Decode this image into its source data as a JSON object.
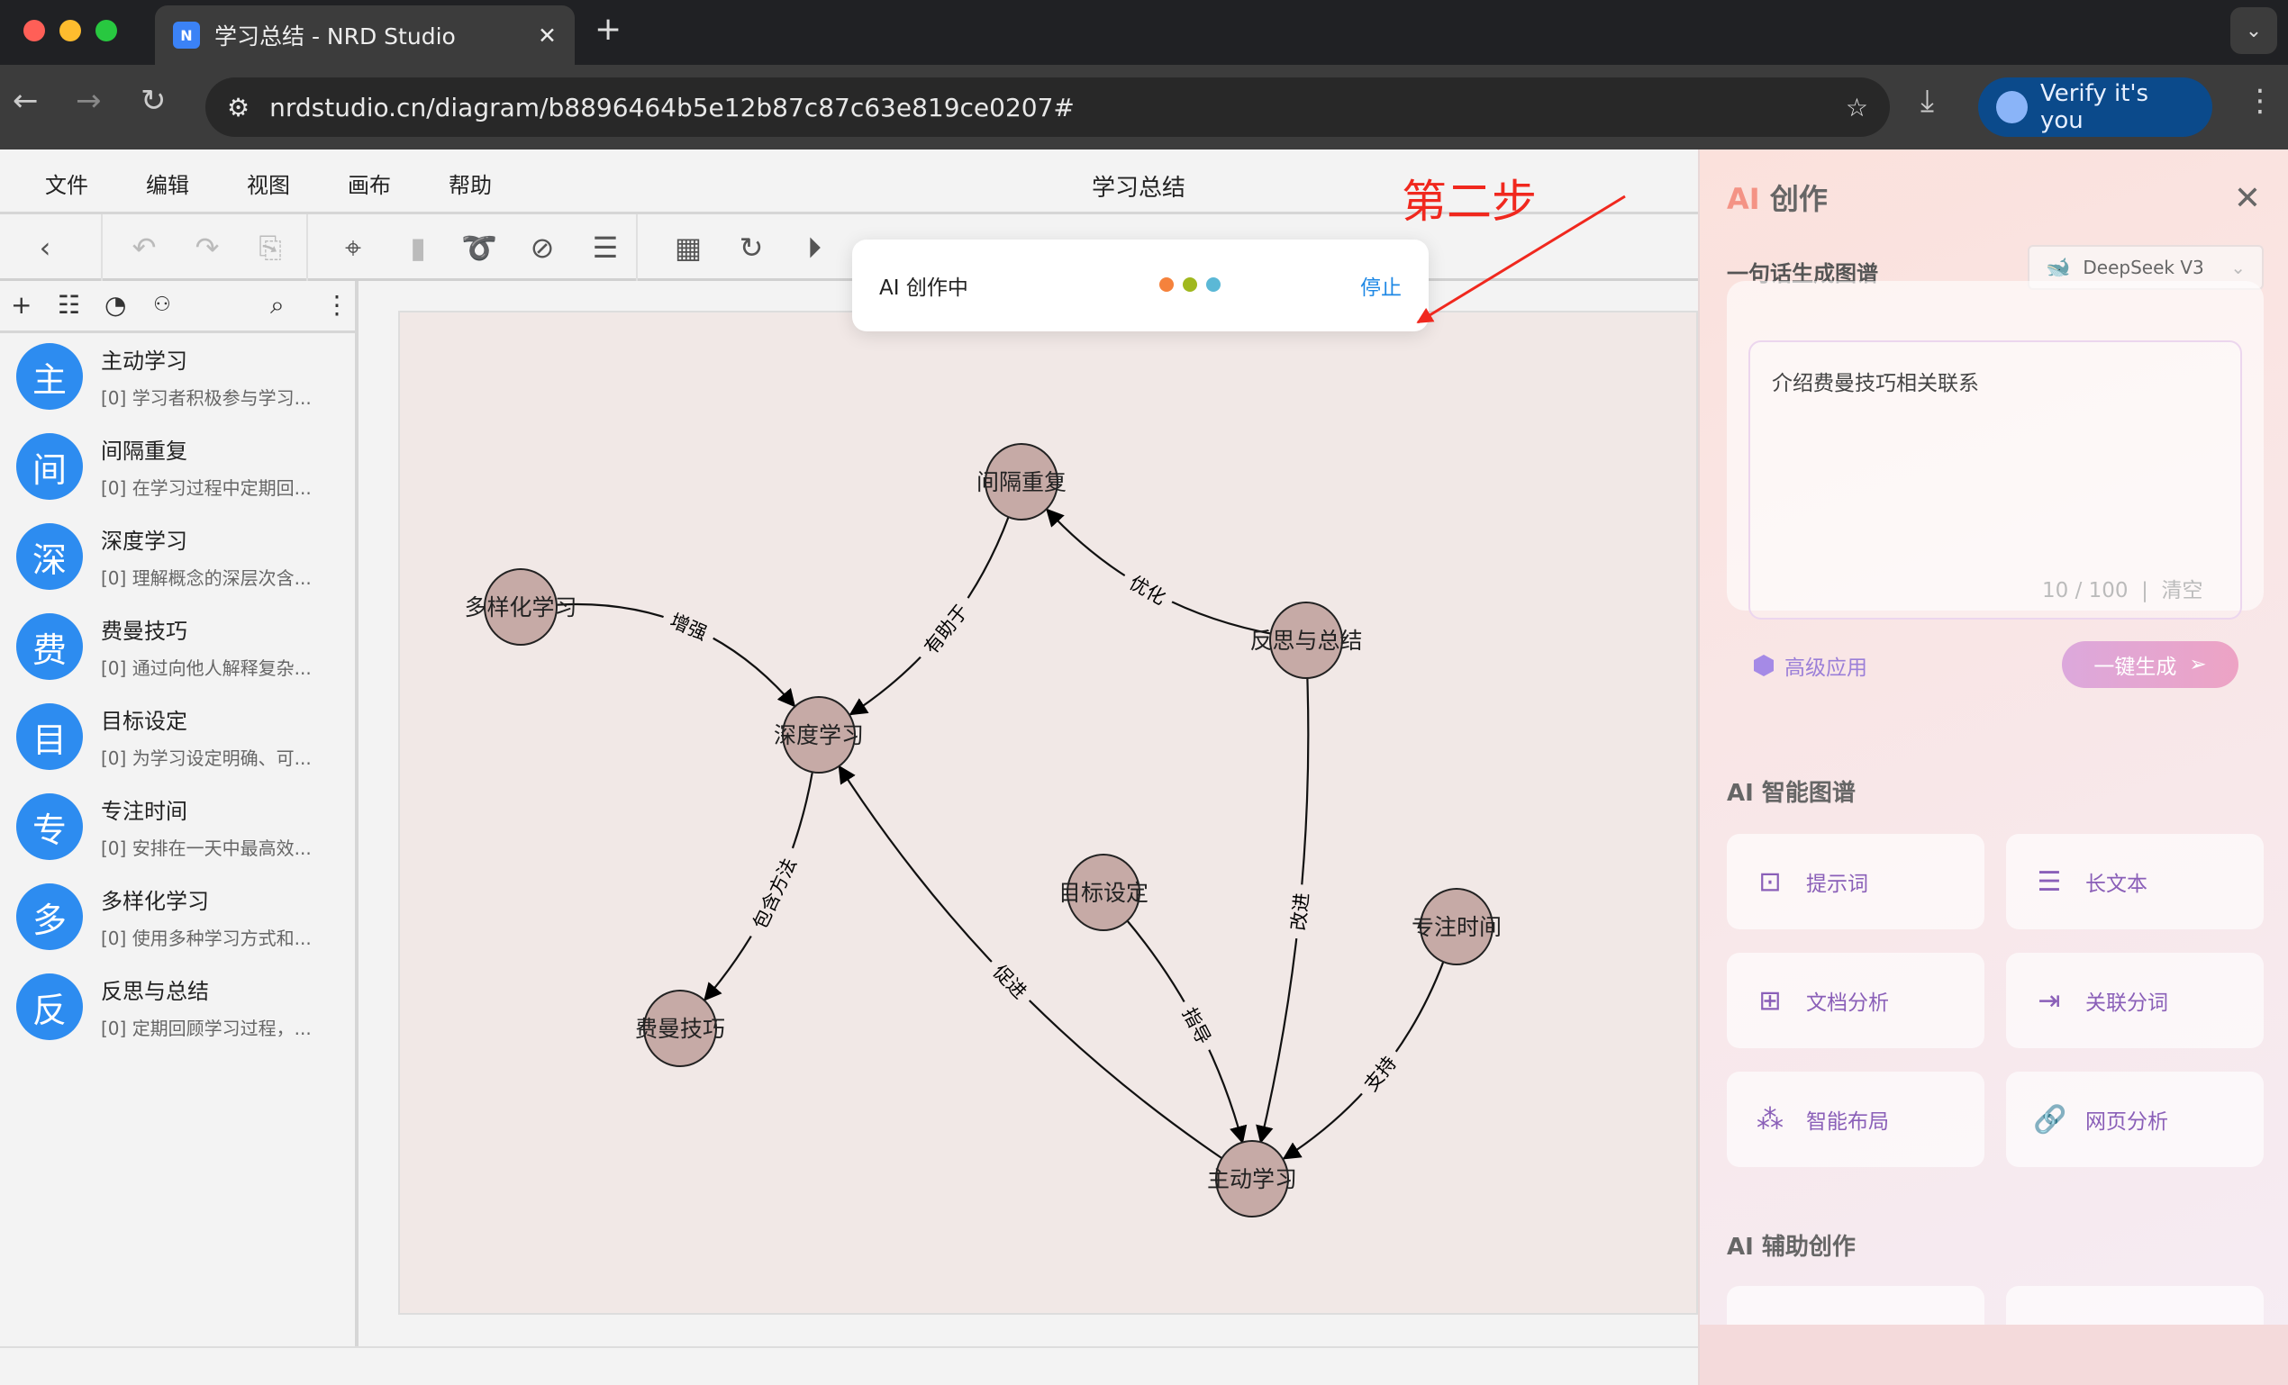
{
  "browser": {
    "tab_title": "学习总结 - NRD Studio",
    "favicon": "N",
    "url": "nrdstudio.cn/diagram/b8896464b5e12b87c87c63e819ce0207#",
    "verify_label": "Verify it's you"
  },
  "menu": [
    "文件",
    "编辑",
    "视图",
    "画布",
    "帮助"
  ],
  "doc_title": "学习总结",
  "annotation": "第二步",
  "ai_popup": {
    "label": "AI 创作中",
    "stop": "停止",
    "dot_colors": [
      "#f5823c",
      "#a0b81e",
      "#5bb8d6"
    ]
  },
  "sidebar": {
    "items": [
      {
        "avatar": "主",
        "title": "主动学习",
        "desc": "[0] 学习者积极参与学习..."
      },
      {
        "avatar": "间",
        "title": "间隔重复",
        "desc": "[0] 在学习过程中定期回..."
      },
      {
        "avatar": "深",
        "title": "深度学习",
        "desc": "[0] 理解概念的深层次含..."
      },
      {
        "avatar": "费",
        "title": "费曼技巧",
        "desc": "[0] 通过向他人解释复杂..."
      },
      {
        "avatar": "目",
        "title": "目标设定",
        "desc": "[0] 为学习设定明确、可..."
      },
      {
        "avatar": "专",
        "title": "专注时间",
        "desc": "[0] 安排在一天中最高效..."
      },
      {
        "avatar": "多",
        "title": "多样化学习",
        "desc": "[0] 使用多种学习方式和..."
      },
      {
        "avatar": "反",
        "title": "反思与总结",
        "desc": "[0] 定期回顾学习过程，..."
      }
    ]
  },
  "graph": {
    "nodes": [
      "间隔重复",
      "多样化学习",
      "深度学习",
      "反思与总结",
      "目标设定",
      "专注时间",
      "费曼技巧",
      "主动学习"
    ],
    "edges": [
      {
        "from": "多样化学习",
        "to": "深度学习",
        "label": "增强"
      },
      {
        "from": "间隔重复",
        "to": "深度学习",
        "label": "有助于"
      },
      {
        "from": "反思与总结",
        "to": "间隔重复",
        "label": "优化"
      },
      {
        "from": "深度学习",
        "to": "费曼技巧",
        "label": "包含方法"
      },
      {
        "from": "主动学习",
        "to": "深度学习",
        "label": "促进"
      },
      {
        "from": "反思与总结",
        "to": "主动学习",
        "label": "改进"
      },
      {
        "from": "目标设定",
        "to": "主动学习",
        "label": "指导"
      },
      {
        "from": "专注时间",
        "to": "主动学习",
        "label": "支持"
      }
    ],
    "node_color": "#c6aaa6"
  },
  "ai_panel": {
    "title_ai": "AI",
    "title": "创作",
    "subtitle": "一句话生成图谱",
    "model": "DeepSeek V3",
    "prompt": "介绍费曼技巧相关联系",
    "count": "10 / 100",
    "clear": "清空",
    "advanced": "高级应用",
    "generate": "一键生成",
    "section_graph": "AI 智能图谱",
    "features": [
      "提示词",
      "长文本",
      "文档分析",
      "关联分词",
      "智能布局",
      "网页分析"
    ],
    "section_assist": "AI 辅助创作"
  }
}
